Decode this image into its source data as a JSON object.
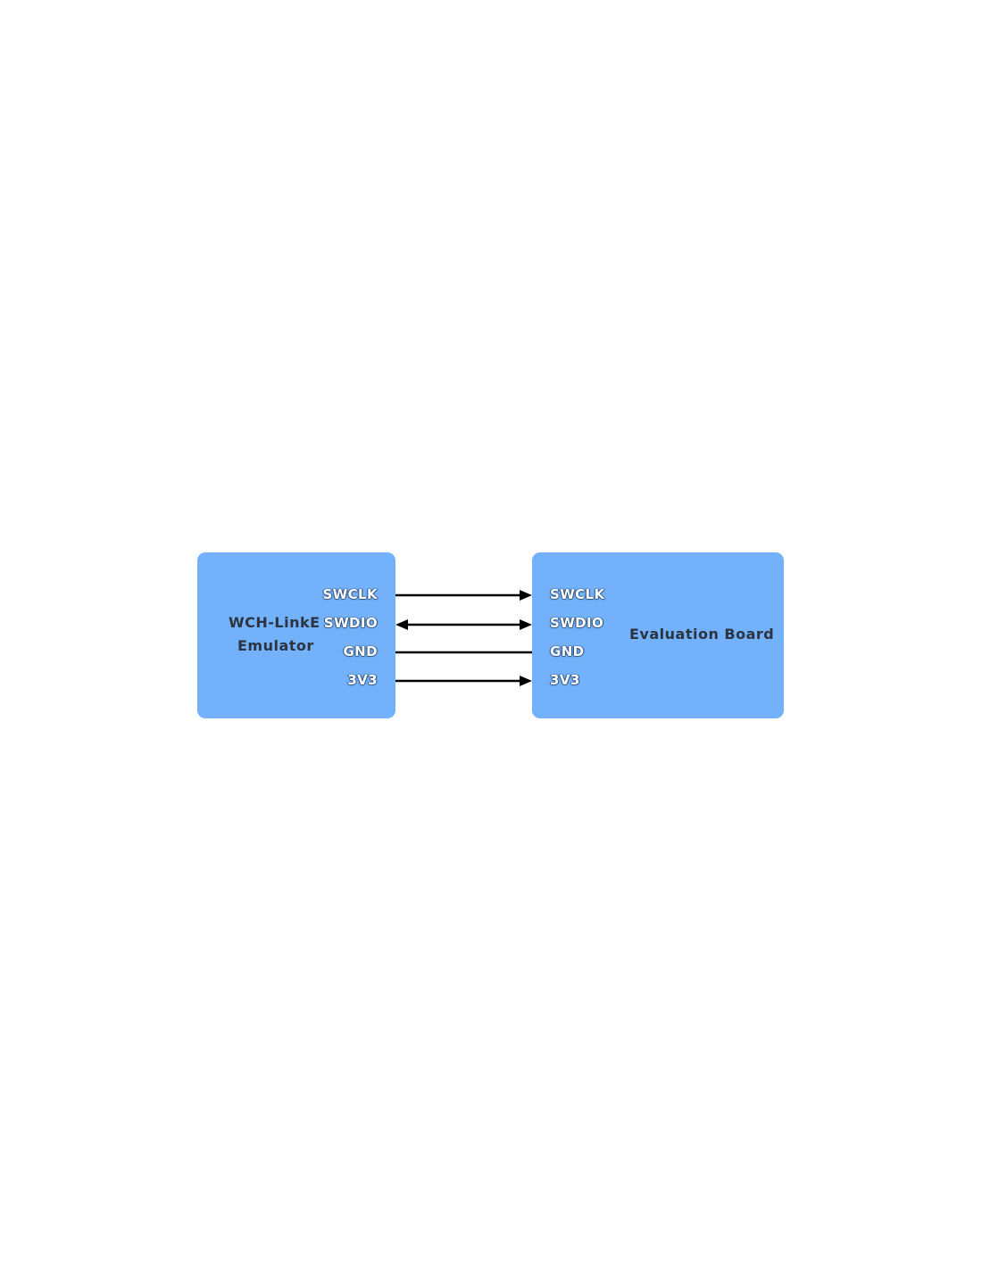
{
  "emulator": {
    "name_line1": "WCH-LinkE",
    "name_line2": "Emulator",
    "pins": [
      "SWCLK",
      "SWDIO",
      "GND",
      "3V3"
    ]
  },
  "board": {
    "name": "Evaluation Board",
    "pins": [
      "SWCLK",
      "SWDIO",
      "GND",
      "3V3"
    ]
  },
  "connections": [
    {
      "from": "SWCLK",
      "to": "SWCLK",
      "direction": "forward"
    },
    {
      "from": "SWDIO",
      "to": "SWDIO",
      "direction": "bidirectional"
    },
    {
      "from": "GND",
      "to": "GND",
      "direction": "none"
    },
    {
      "from": "3V3",
      "to": "3V3",
      "direction": "forward"
    }
  ],
  "colors": {
    "box_fill": "#73b1fa",
    "device_text": "#2b3440",
    "pin_text": "#ffffff",
    "wire": "#000000"
  }
}
